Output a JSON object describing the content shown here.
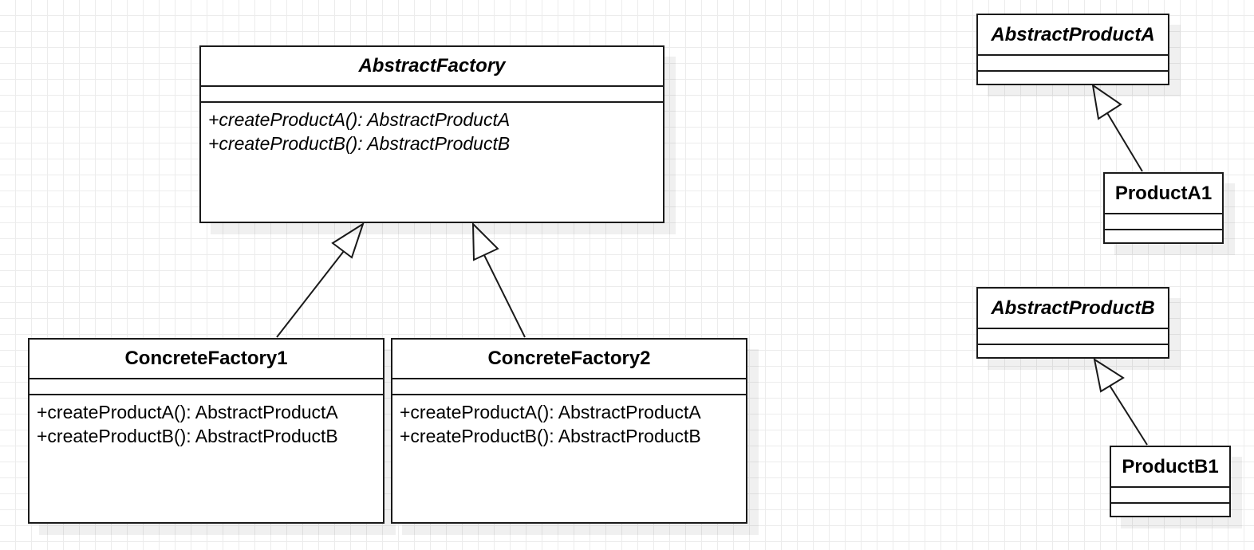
{
  "diagram": {
    "classes": [
      {
        "id": "abstract-factory",
        "name": "AbstractFactory",
        "abstract": true,
        "methods": [
          "+createProductA(): AbstractProductA",
          "+createProductB(): AbstractProductB"
        ]
      },
      {
        "id": "concrete-factory-1",
        "name": "ConcreteFactory1",
        "abstract": false,
        "methods": [
          "+createProductA(): AbstractProductA",
          "+createProductB(): AbstractProductB"
        ]
      },
      {
        "id": "concrete-factory-2",
        "name": "ConcreteFactory2",
        "abstract": false,
        "methods": [
          "+createProductA(): AbstractProductA",
          "+createProductB(): AbstractProductB"
        ]
      },
      {
        "id": "abstract-product-a",
        "name": "AbstractProductA",
        "abstract": true,
        "methods": []
      },
      {
        "id": "product-a1",
        "name": "ProductA1",
        "abstract": false,
        "methods": []
      },
      {
        "id": "abstract-product-b",
        "name": "AbstractProductB",
        "abstract": true,
        "methods": []
      },
      {
        "id": "product-b1",
        "name": "ProductB1",
        "abstract": false,
        "methods": []
      }
    ],
    "relations": [
      {
        "type": "generalization",
        "from": "concrete-factory-1",
        "to": "abstract-factory"
      },
      {
        "type": "generalization",
        "from": "concrete-factory-2",
        "to": "abstract-factory"
      },
      {
        "type": "generalization",
        "from": "product-a1",
        "to": "abstract-product-a"
      },
      {
        "type": "generalization",
        "from": "product-b1",
        "to": "abstract-product-b"
      }
    ]
  }
}
